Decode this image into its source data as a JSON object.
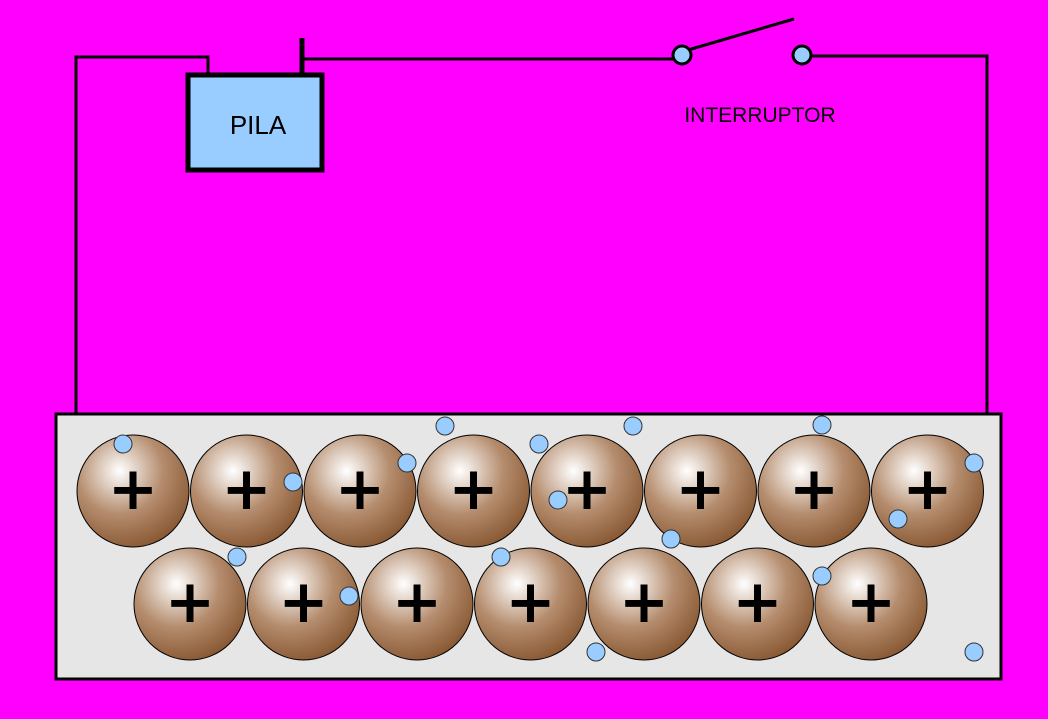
{
  "battery": {
    "label": "PILA"
  },
  "switch": {
    "label": "INTERRUPTOR"
  },
  "conductor": {
    "ion_symbol": "+",
    "ion_rows": [
      8,
      7
    ]
  },
  "colors": {
    "background": "#ff00ff",
    "battery_fill": "#99ccff",
    "electron_fill": "#99ccff",
    "ion_fill": "#8a5a35",
    "conductor_fill": "#e6e6e6"
  }
}
